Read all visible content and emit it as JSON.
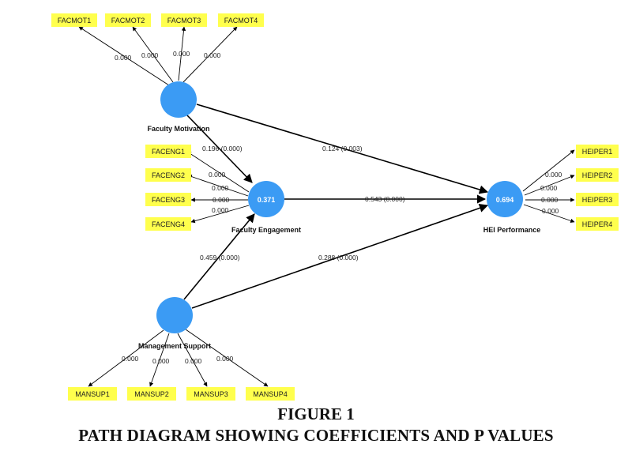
{
  "latents": {
    "motivation": {
      "name": "Faculty Motivation",
      "r2": ""
    },
    "engagement": {
      "name": "Faculty Engagement",
      "r2": "0.371"
    },
    "performance": {
      "name": "HEI Performance",
      "r2": "0.694"
    },
    "support": {
      "name": "Management Support",
      "r2": ""
    }
  },
  "indicators": {
    "motivation": [
      {
        "label": "FACMOT1",
        "loading": "0.000"
      },
      {
        "label": "FACMOT2",
        "loading": "0.000"
      },
      {
        "label": "FACMOT3",
        "loading": "0.000"
      },
      {
        "label": "FACMOT4",
        "loading": "0.000"
      }
    ],
    "engagement": [
      {
        "label": "FACENG1",
        "loading": "0.000"
      },
      {
        "label": "FACENG2",
        "loading": "0.000"
      },
      {
        "label": "FACENG3",
        "loading": "0.000"
      },
      {
        "label": "FACENG4",
        "loading": "0.000"
      }
    ],
    "performance": [
      {
        "label": "HEIPER1",
        "loading": "0.000"
      },
      {
        "label": "HEIPER2",
        "loading": "0.000"
      },
      {
        "label": "HEIPER3",
        "loading": "0.000"
      },
      {
        "label": "HEIPER4",
        "loading": "0.000"
      }
    ],
    "support": [
      {
        "label": "MANSUP1",
        "loading": "0.000"
      },
      {
        "label": "MANSUP2",
        "loading": "0.000"
      },
      {
        "label": "MANSUP3",
        "loading": "0.000"
      },
      {
        "label": "MANSUP4",
        "loading": "0.000"
      }
    ]
  },
  "paths": {
    "motivation_engagement": "0.196 (0.000)",
    "motivation_performance": "0.124 (0.003)",
    "engagement_performance": "0.543 (0.000)",
    "support_engagement": "0.459 (0.000)",
    "support_performance": "0.288 (0.000)"
  },
  "caption": {
    "figure_number": "FIGURE 1",
    "title": "PATH DIAGRAM SHOWING COEFFICIENTS AND P VALUES"
  },
  "colors": {
    "latent_fill": "#3b9bf4",
    "indicator_fill": "#ffff4d"
  }
}
